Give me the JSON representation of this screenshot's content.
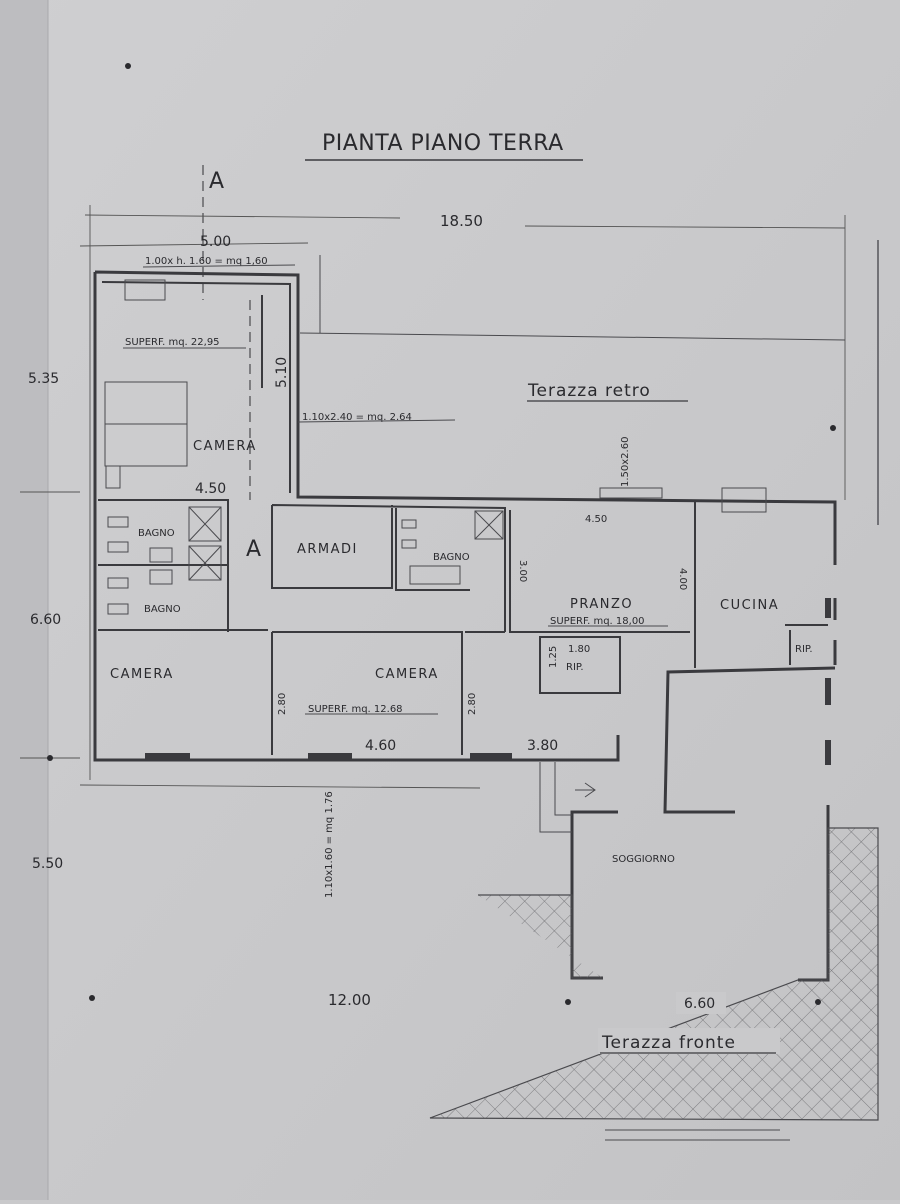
{
  "title": "PIANTA PIANO TERRA",
  "section_marker": "A",
  "dimensions": {
    "overall_width": "18.50",
    "bedroom_width": "5.00",
    "left_top": "5.35",
    "left_mid": "6.60",
    "left_bottom": "5.50",
    "bottom_width": "12.00",
    "bathroom_width": "4.50",
    "pranzo_width": "4.50",
    "camera_width": "4.60",
    "corridor_width": "3.80",
    "soggiorno_width": "6.60",
    "rip_width": "1.80",
    "rip_height": "1.25",
    "camera_height_a": "2.80",
    "camera_height_b": "2.80",
    "pranzo_height": "3.00",
    "cucina_height": "4.00",
    "camera_depth": "5.10"
  },
  "notes": {
    "window_top": "1.00x h. 1.60 = mq 1,60",
    "camera_area": "SUPERF. mq. 22,95",
    "door_terrace": "1.10x2.40 = mq. 2.64",
    "window_terrace": "1.50x2.60",
    "camera2_area": "SUPERF. mq. 12.68",
    "pranzo_area": "SUPERF. mq. 18,00",
    "window_bottom": "1.10x1.60 = mq 1.76"
  },
  "rooms": {
    "camera_main": "CAMERA",
    "bagno_1": "BAGNO",
    "bagno_2": "BAGNO",
    "armadi": "ARMADI",
    "bagno_3": "BAGNO",
    "pranzo": "PRANZO",
    "cucina": "CUCINA",
    "rip": "RIP.",
    "camera_left": "CAMERA",
    "camera_center": "CAMERA",
    "soggiorno": "SOGGIORNO",
    "rip_small": "RIP."
  },
  "terraces": {
    "retro": "Terazza retro",
    "fronte": "Terazza fronte"
  }
}
